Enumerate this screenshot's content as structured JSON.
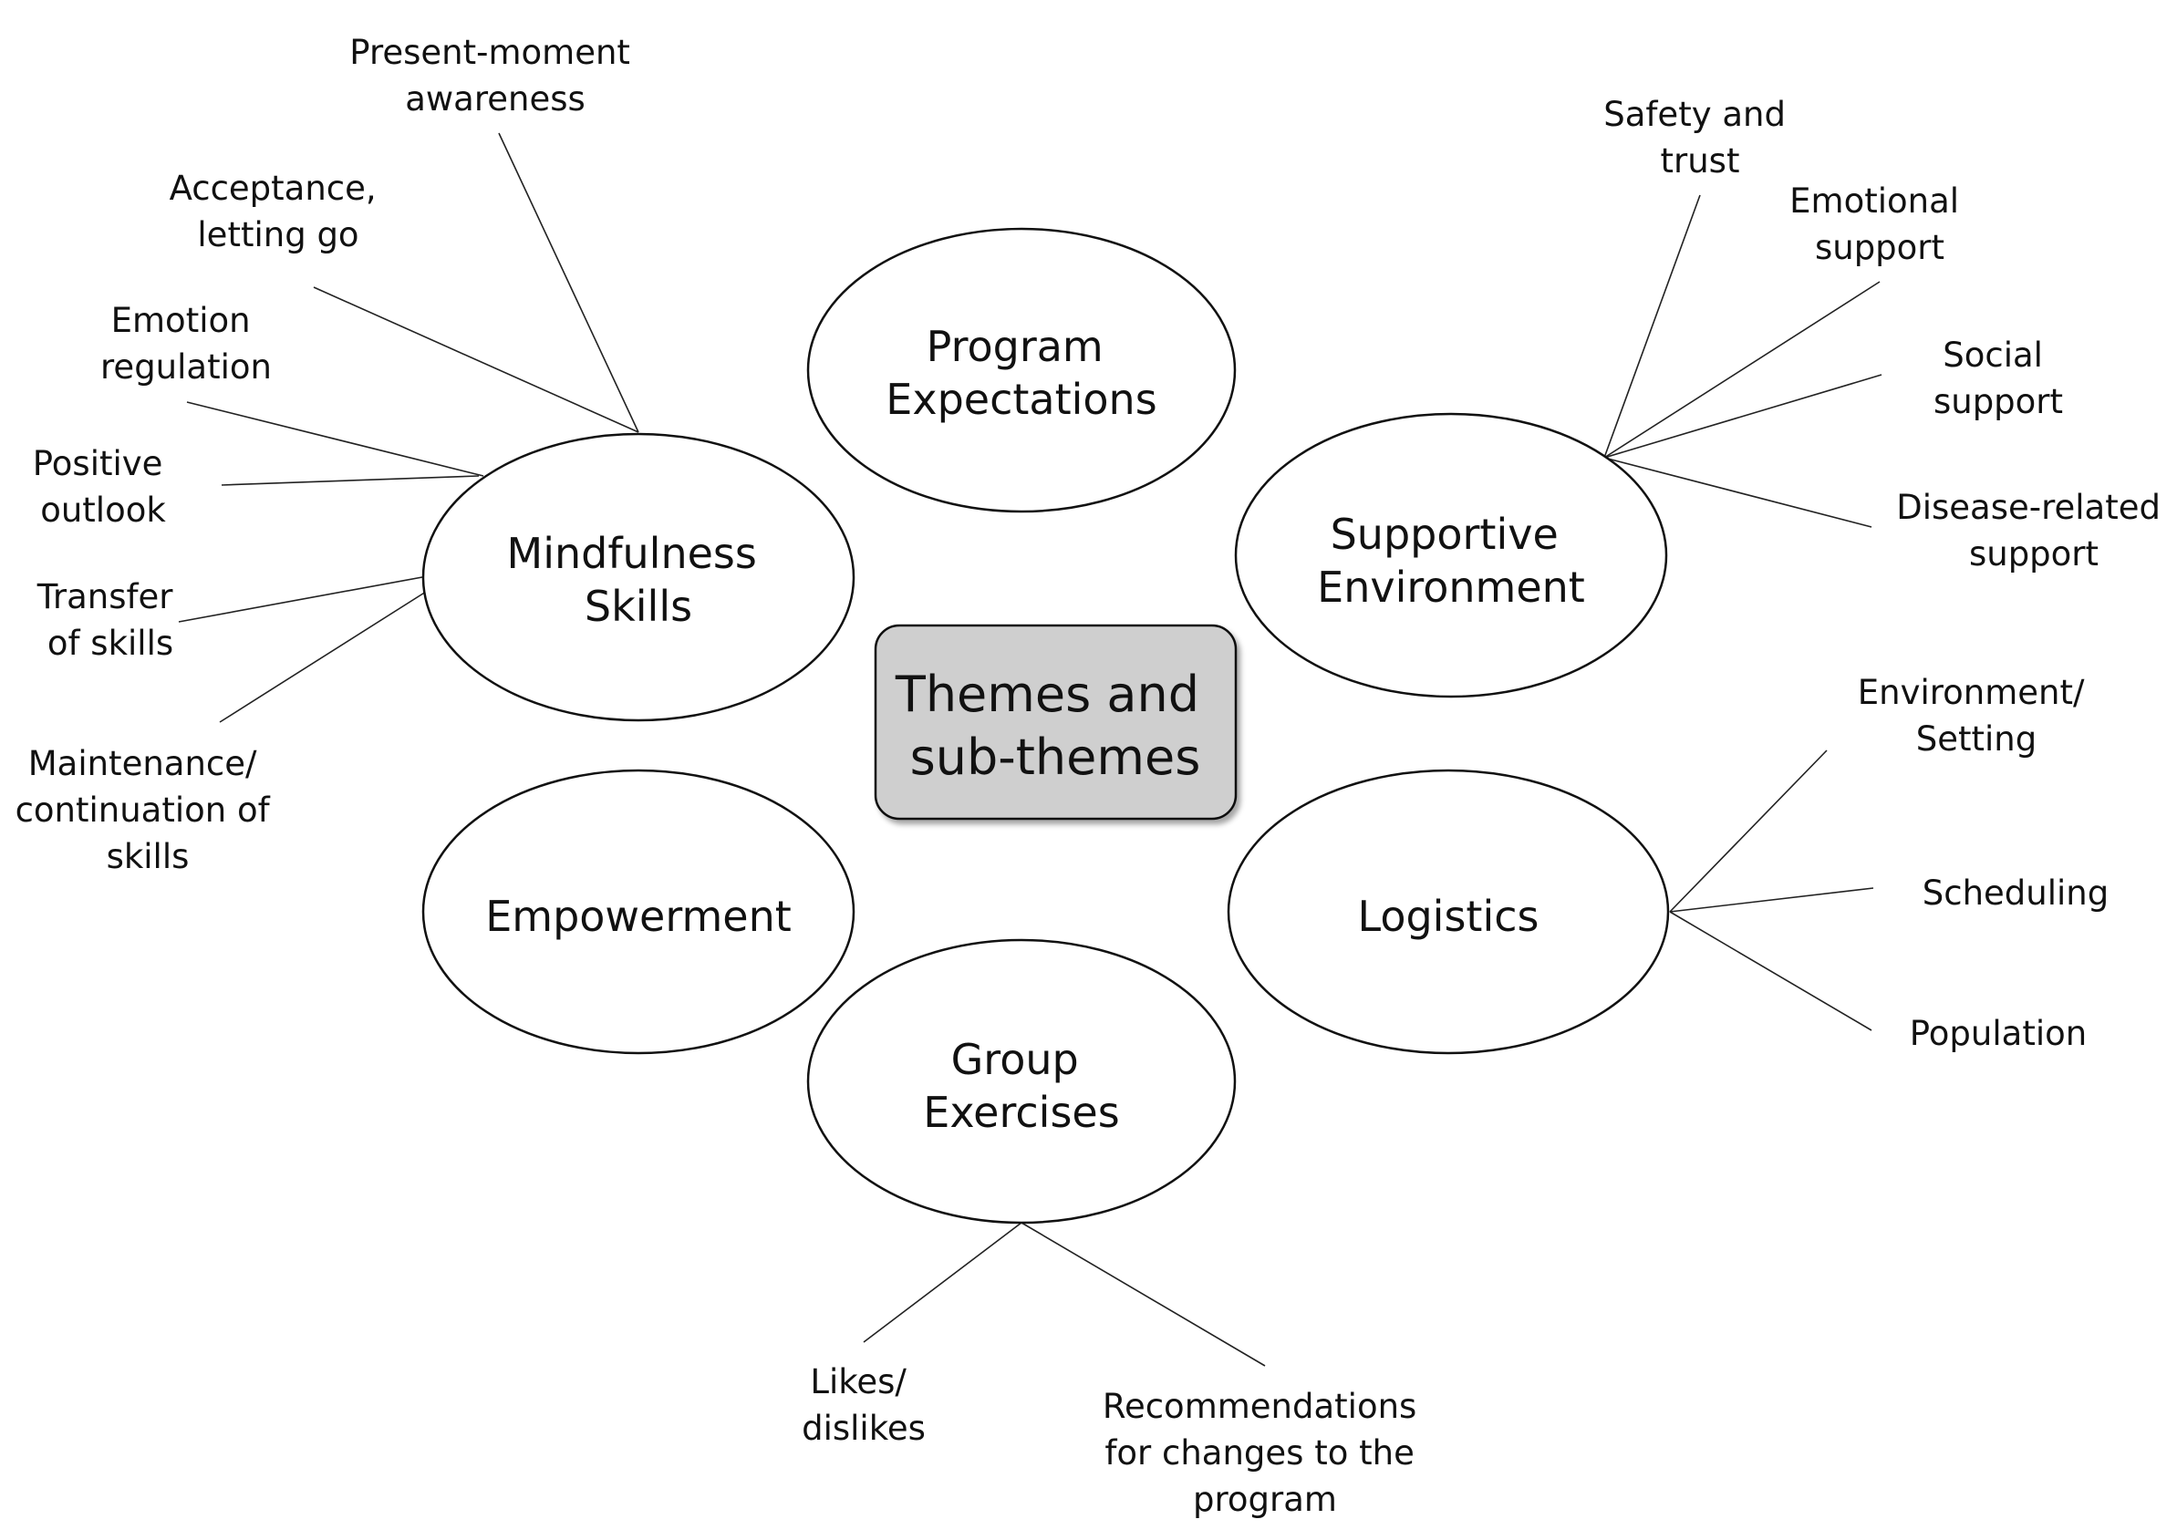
{
  "center": {
    "lines": [
      "Themes and",
      "sub-themes"
    ]
  },
  "themes": {
    "program_expectations": {
      "lines": [
        "Program",
        "Expectations"
      ]
    },
    "mindfulness_skills": {
      "lines": [
        "Mindfulness",
        "Skills"
      ]
    },
    "supportive_environment": {
      "lines": [
        "Supportive",
        "Environment"
      ]
    },
    "empowerment": {
      "lines": [
        "Empowerment"
      ]
    },
    "logistics": {
      "lines": [
        "Logistics"
      ]
    },
    "group_exercises": {
      "lines": [
        "Group",
        "Exercises"
      ]
    }
  },
  "subthemes": {
    "present_moment": {
      "lines": [
        "Present-moment",
        "awareness"
      ]
    },
    "acceptance": {
      "lines": [
        "Acceptance,",
        "letting go"
      ]
    },
    "emotion_regulation": {
      "lines": [
        "Emotion",
        "regulation"
      ]
    },
    "positive_outlook": {
      "lines": [
        "Positive",
        "outlook"
      ]
    },
    "transfer": {
      "lines": [
        "Transfer",
        "of skills"
      ]
    },
    "maintenance": {
      "lines": [
        "Maintenance/",
        "continuation of",
        "skills"
      ]
    },
    "safety_trust": {
      "lines": [
        "Safety and",
        "trust"
      ]
    },
    "emotional_support": {
      "lines": [
        "Emotional",
        "support"
      ]
    },
    "social_support": {
      "lines": [
        "Social",
        "support"
      ]
    },
    "disease_support": {
      "lines": [
        "Disease-related",
        "support"
      ]
    },
    "env_setting": {
      "lines": [
        "Environment/",
        "Setting"
      ]
    },
    "scheduling": {
      "lines": [
        "Scheduling"
      ]
    },
    "population": {
      "lines": [
        "Population"
      ]
    },
    "likes": {
      "lines": [
        "Likes/",
        "dislikes"
      ]
    },
    "recommendations": {
      "lines": [
        "Recommendations",
        "for changes to the",
        "program"
      ]
    }
  }
}
